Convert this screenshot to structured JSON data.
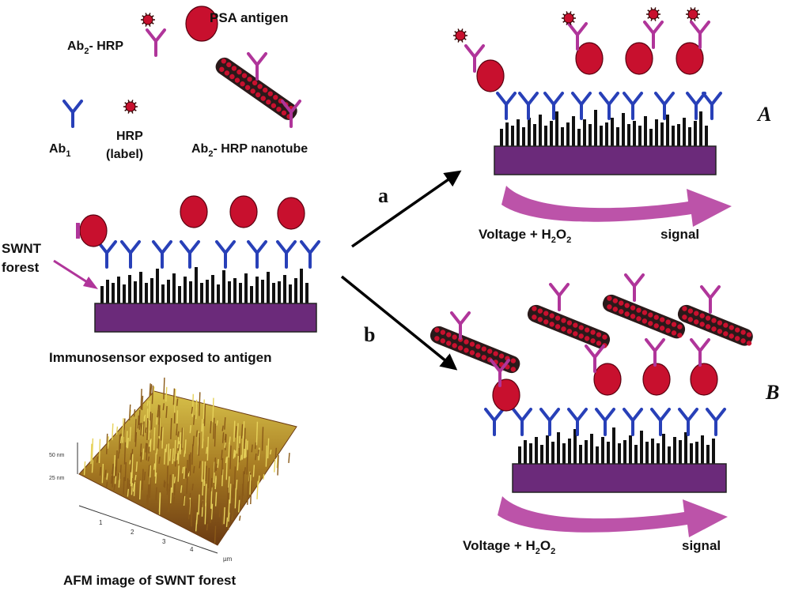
{
  "legend": {
    "psa_antigen": "PSA antigen",
    "ab2_hrp_main": "Ab",
    "ab2_hrp_sub": "2",
    "ab2_hrp_rest": "- HRP",
    "ab1_main": "Ab",
    "ab1_sub": "1",
    "hrp_line1": "HRP",
    "hrp_line2": "(label)",
    "ab2_nanotube_main": "Ab",
    "ab2_nanotube_sub": "2",
    "ab2_nanotube_rest": "- HRP nanotube"
  },
  "center": {
    "swnt_line1": "SWNT",
    "swnt_line2": "forest",
    "caption": "Immunosensor exposed to antigen",
    "path_a": "a",
    "path_b": "b"
  },
  "panel_a": {
    "letter": "A",
    "voltage_main": "Voltage + H",
    "voltage_sub1": "2",
    "voltage_mid": "O",
    "voltage_sub2": "2",
    "signal": "signal"
  },
  "panel_b": {
    "letter": "B",
    "voltage_main": "Voltage + H",
    "voltage_sub1": "2",
    "voltage_mid": "O",
    "voltage_sub2": "2",
    "signal": "signal"
  },
  "afm": {
    "caption": "AFM image of SWNT forest",
    "z_tick_1": "50 nm",
    "z_tick_2": "25 nm",
    "x_ticks": [
      "1",
      "2",
      "3",
      "4"
    ],
    "unit": "µm"
  },
  "colors": {
    "substrate": "#6b2a7a",
    "antigen": "#c8102e",
    "ab1": "#2840b8",
    "ab2": "#b0359a",
    "arrow": "#b0359a",
    "nanotube": "#2a1a1a"
  }
}
